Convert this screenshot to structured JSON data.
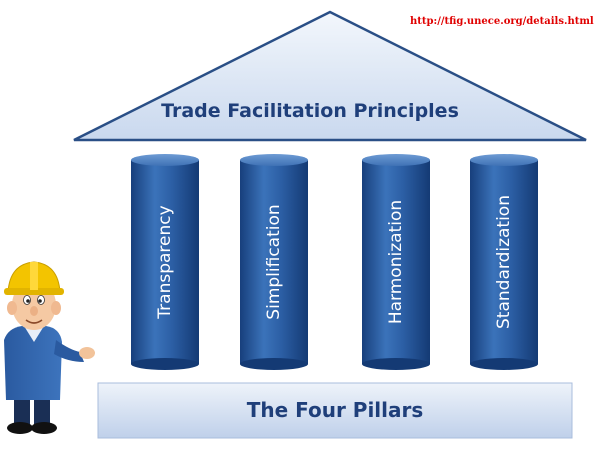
{
  "source_url": "http://tfig.unece.org/details.html",
  "roof": {
    "title": "Trade Facilitation Principles"
  },
  "pillars": [
    {
      "label": "Transparency"
    },
    {
      "label": "Simplification"
    },
    {
      "label": "Harmonization"
    },
    {
      "label": "Standardization"
    }
  ],
  "base": {
    "title": "The Four Pillars"
  },
  "colors": {
    "roof_fill": "#dfe8f5",
    "roof_stroke": "#2a4f86",
    "pillar_dark": "#1e4f95",
    "pillar_light": "#4f86c9",
    "base_fill": "#d7e2f3",
    "title_text": "#1f3f7a",
    "url_text": "#e00000"
  },
  "mascot": {
    "helmet_color": "#f3c400",
    "shirt_color": "#2d5fa8"
  }
}
